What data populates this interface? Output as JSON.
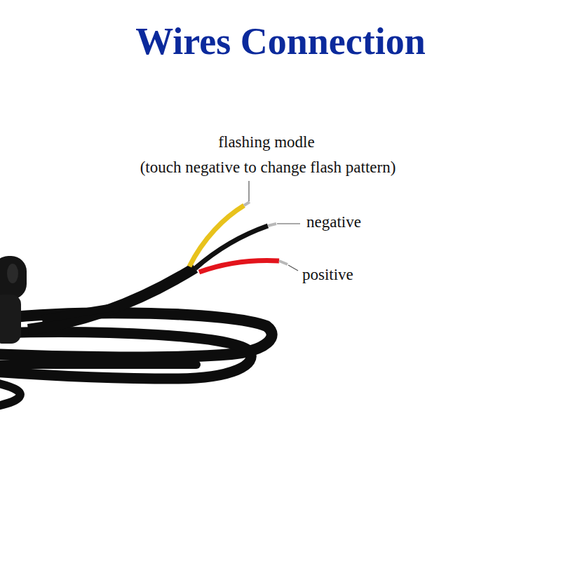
{
  "diagram": {
    "title": "Wires Connection",
    "labels": [
      "flashing modle",
      "(touch negative to change flash pattern)",
      "negative",
      "positive"
    ]
  }
}
